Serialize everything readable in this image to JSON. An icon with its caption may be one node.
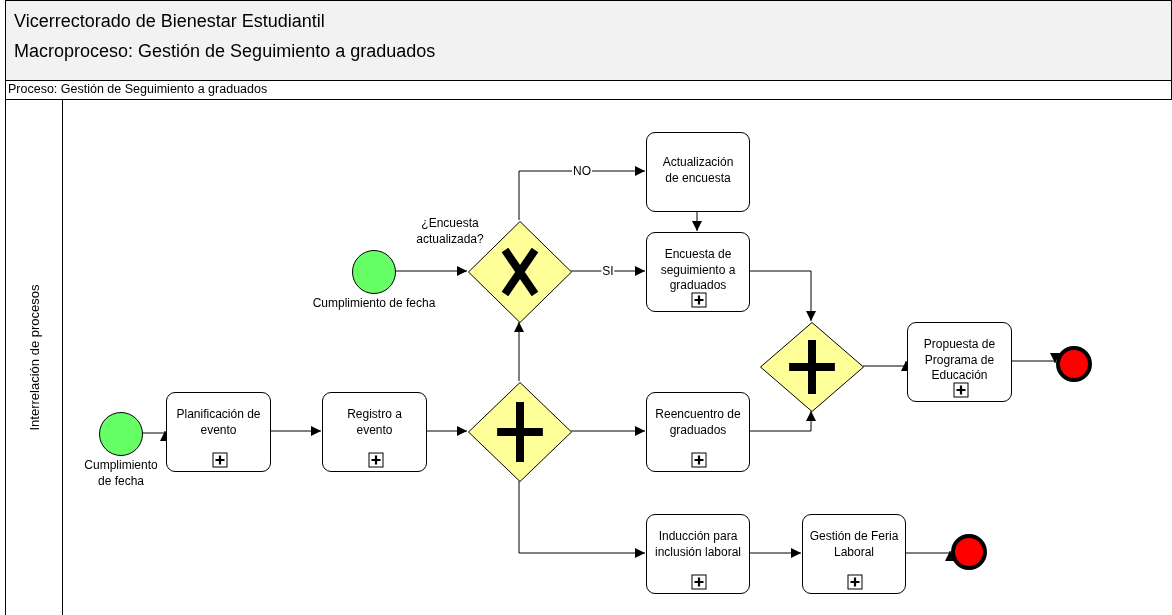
{
  "diagram": {
    "title": "Vicerrectorado de Bienestar Estudiantil",
    "labels": [
      "Macroproceso: Gestión de Seguimiento a graduados"
    ],
    "nodes": [
      {
        "text": [
          "Proceso: Gestión de Seguimiento a graduados"
        ]
      },
      {
        "text": [
          "Interrelación de procesos"
        ],
        "in": 0
      },
      {
        "text": [],
        "shape": "circle",
        "beside": [
          "Cumplimiento de fecha"
        ],
        "in": 1
      },
      {
        "text": [
          "Planificación de evento"
        ],
        "in": 1
      },
      {
        "text": [
          "Registro a evento"
        ],
        "in": 1
      },
      {
        "text": [],
        "shape": "diamond",
        "in": 1
      },
      {
        "text": [
          "Reencuentro de graduados"
        ],
        "in": 1
      },
      {
        "text": [
          "Inducción para inclusión laboral"
        ],
        "in": 1
      },
      {
        "text": [
          "Gestión de Feria Laboral"
        ],
        "in": 1
      },
      {
        "text": [],
        "shape": "circle",
        "in": 1
      },
      {
        "text": [],
        "shape": "circle",
        "beside": [
          "Cumplimiento de fecha"
        ],
        "in": 1
      },
      {
        "text": [],
        "shape": "diamond",
        "beside": [
          "¿Encuesta actualizada?"
        ],
        "in": 1
      },
      {
        "text": [
          "Actualización de encuesta"
        ],
        "in": 1
      },
      {
        "text": [
          "Encuesta de seguimiento a graduados"
        ],
        "in": 1
      },
      {
        "text": [],
        "shape": "diamond",
        "in": 1
      },
      {
        "text": [
          "Propuesta de Programa de Educación"
        ],
        "in": 1
      },
      {
        "text": [],
        "shape": "circle",
        "in": 1
      }
    ],
    "edges": [
      {
        "from": 2,
        "to": 3,
        "arrow": "to"
      },
      {
        "from": 3,
        "to": 4,
        "arrow": "to"
      },
      {
        "from": 4,
        "to": 5,
        "arrow": "to"
      },
      {
        "from": 5,
        "to": 11,
        "arrow": "to"
      },
      {
        "from": 5,
        "to": 6,
        "arrow": "to"
      },
      {
        "from": 5,
        "to": 7,
        "arrow": "to"
      },
      {
        "from": 7,
        "to": 8,
        "arrow": "to"
      },
      {
        "from": 8,
        "to": 9,
        "arrow": "to"
      },
      {
        "from": 10,
        "to": 11,
        "arrow": "to"
      },
      {
        "from": 11,
        "to": 12,
        "arrow": "to",
        "label": "NO"
      },
      {
        "from": 11,
        "to": 13,
        "arrow": "to",
        "label": "SI"
      },
      {
        "from": 12,
        "to": 13,
        "arrow": "to"
      },
      {
        "from": 13,
        "to": 14,
        "arrow": "to"
      },
      {
        "from": 6,
        "to": 14,
        "arrow": "to"
      },
      {
        "from": 14,
        "to": 15,
        "arrow": "to"
      },
      {
        "from": 15,
        "to": 16,
        "arrow": "to"
      }
    ]
  }
}
